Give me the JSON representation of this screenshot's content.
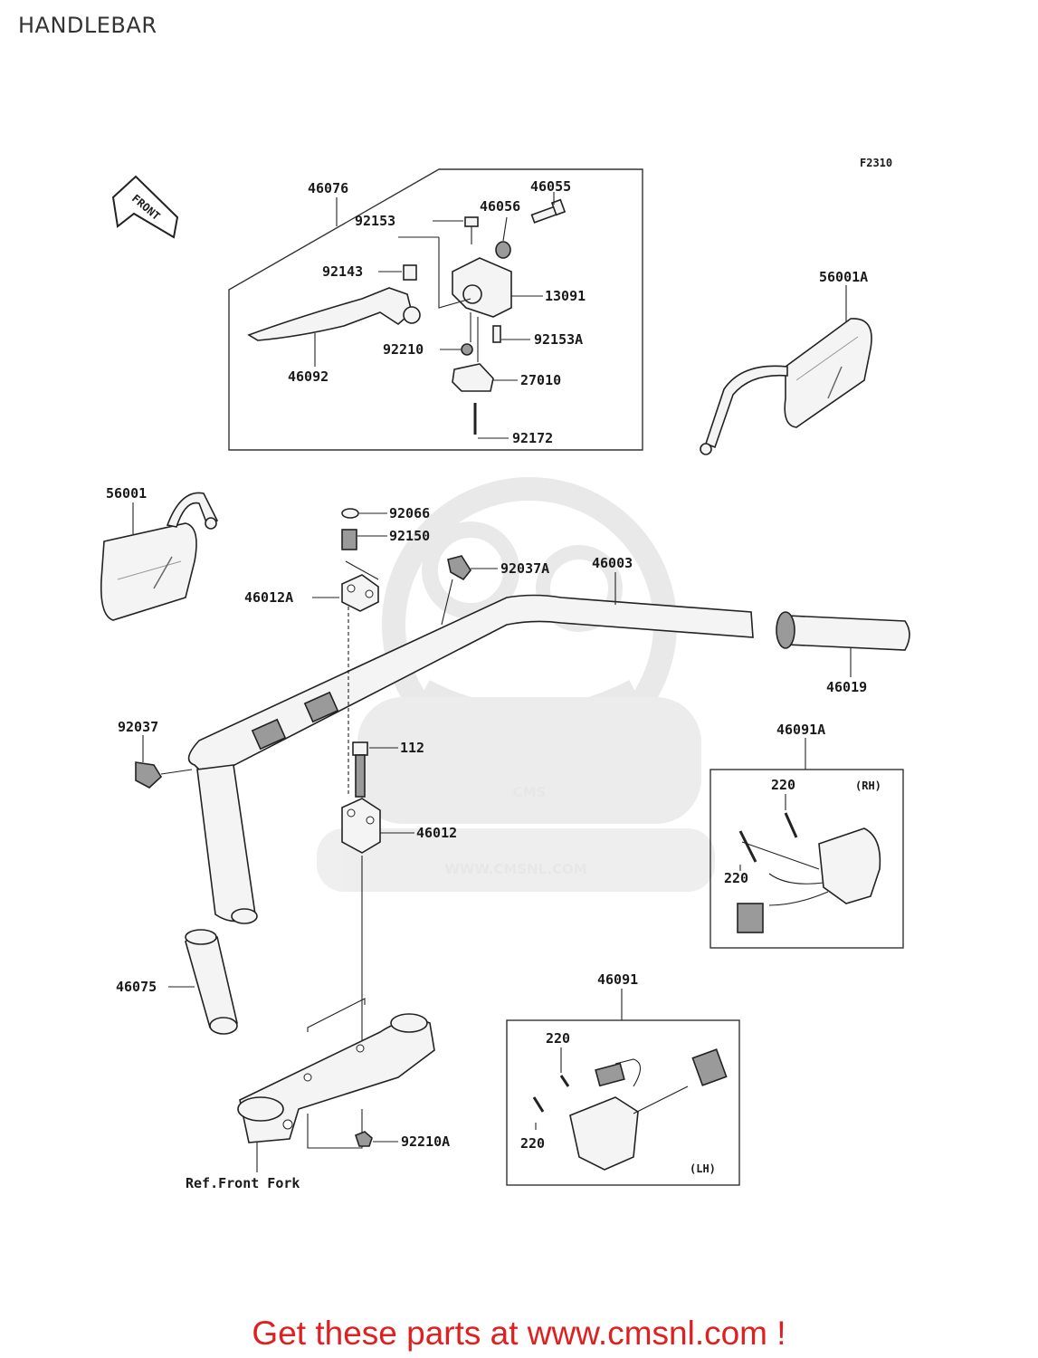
{
  "page": {
    "title": "HANDLEBAR",
    "figure_code": "F2310",
    "front_arrow_label": "FRONT",
    "cta_text": "Get these parts at www.cmsnl.com !"
  },
  "watermark": {
    "brand": "CMS",
    "url": "WWW.CMSNL.COM"
  },
  "labels": {
    "p46076": "46076",
    "p46055": "46055",
    "p46056": "46056",
    "p92153": "92153",
    "p92143": "92143",
    "p13091": "13091",
    "p92153A": "92153A",
    "p92210": "92210",
    "p27010": "27010",
    "p46092": "46092",
    "p92172": "92172",
    "p56001A": "56001A",
    "p56001": "56001",
    "p92066": "92066",
    "p92150": "92150",
    "p92037A": "92037A",
    "p46003": "46003",
    "p46012A": "46012A",
    "p46019": "46019",
    "p92037": "92037",
    "p112": "112",
    "p46091A": "46091A",
    "p46012": "46012",
    "p220a": "220",
    "p220b": "220",
    "rh": "(RH)",
    "p46075": "46075",
    "p46091": "46091",
    "p220c": "220",
    "p220d": "220",
    "lh": "(LH)",
    "p92210A": "92210A",
    "ref_front_fork": "Ref.Front Fork"
  }
}
